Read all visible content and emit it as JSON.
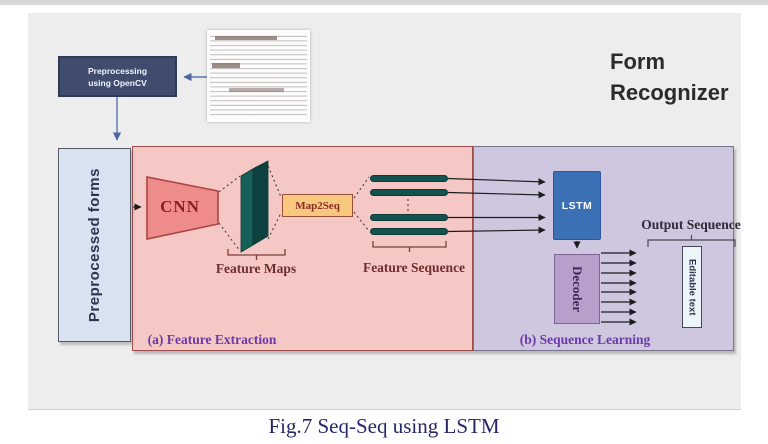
{
  "page": {
    "caption": "Fig.7 Seq-Seq using LSTM",
    "title_lines": [
      "Form",
      "Recognizer"
    ]
  },
  "pipeline": {
    "preprocessing_line1": "Preprocessing",
    "preprocessing_line2": "using OpenCV",
    "input_label": "Preprocessed forms"
  },
  "feature_extraction": {
    "section_label": "(a) Feature Extraction",
    "cnn": "CNN",
    "feature_maps": "Feature Maps",
    "map2seq": "Map2Seq",
    "feature_sequence": "Feature Sequence"
  },
  "sequence_learning": {
    "section_label": "(b) Sequence Learning",
    "lstm": "LSTM",
    "decoder": "Decoder",
    "output_sequence": "Output Sequence",
    "editable_text": "Editable text"
  },
  "colors": {
    "pink_region": "#f5c7c5",
    "purple_region": "#cfc7df",
    "cnn_fill": "#ee8c8c",
    "teal_feature": "#145250",
    "map2seq_orange": "#f7c87e",
    "lstm_blue": "#3c70b4",
    "decoder_purple": "#b79fcb",
    "preprocessing_navy": "#3f4c6e",
    "input_box_blue": "#d9e2f1",
    "section_label_purple": "#6b3aa8",
    "caption_navy": "#26266b"
  }
}
